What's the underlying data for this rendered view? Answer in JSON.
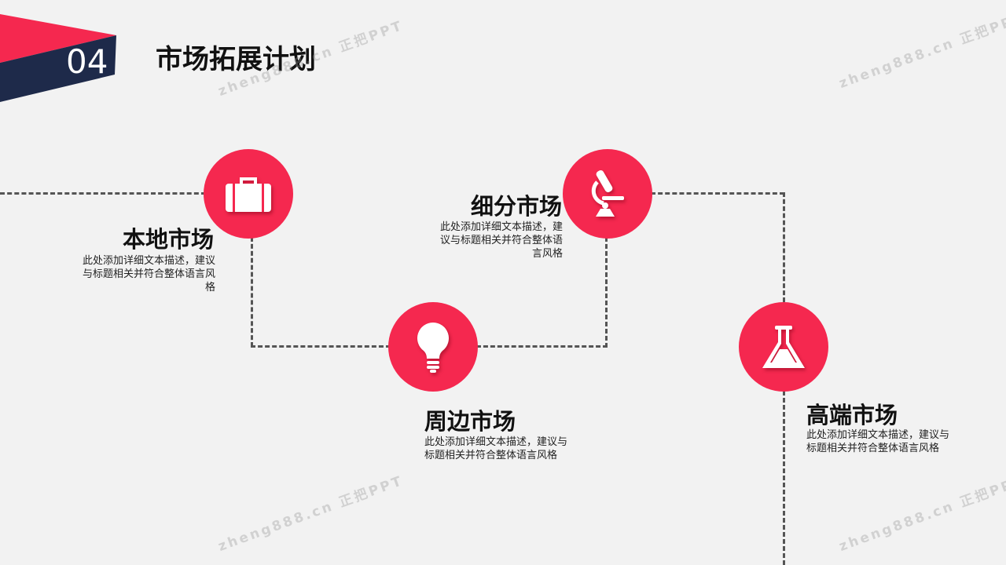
{
  "header": {
    "number": "04",
    "title": "市场拓展计划"
  },
  "colors": {
    "accent": "#f5284f",
    "navy": "#1e2a4a",
    "line": "#555555"
  },
  "watermark": "zheng888.cn 正把PPT",
  "items": [
    {
      "title": "本地市场",
      "desc": "此处添加详细文本描述，建议与标题相关并符合整体语言风格",
      "icon": "briefcase-icon"
    },
    {
      "title": "周边市场",
      "desc": "此处添加详细文本描述，建议与标题相关并符合整体语言风格",
      "icon": "lightbulb-icon"
    },
    {
      "title": "细分市场",
      "desc": "此处添加详细文本描述，建议与标题相关并符合整体语言风格",
      "icon": "microscope-icon"
    },
    {
      "title": "高端市场",
      "desc": "此处添加详细文本描述，建议与标题相关并符合整体语言风格",
      "icon": "flask-icon"
    }
  ]
}
